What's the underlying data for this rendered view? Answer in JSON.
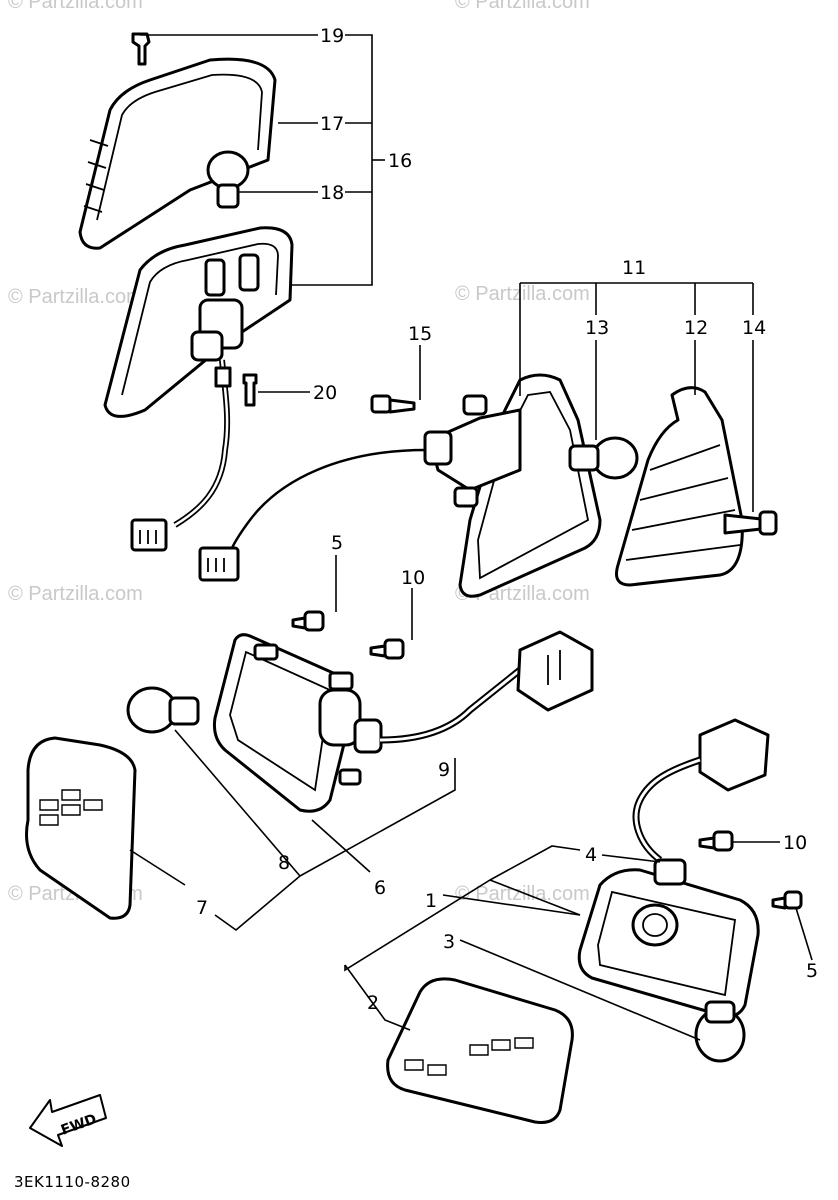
{
  "watermark": "© Partzilla.com",
  "diagram_code": "3EK1110-8280",
  "fwd_label": "FWD",
  "labels": {
    "p1": "1",
    "p2": "2",
    "p3": "3",
    "p4": "4",
    "p5a": "5",
    "p5b": "5",
    "p6": "6",
    "p7": "7",
    "p8": "8",
    "p9": "9",
    "p10a": "10",
    "p10b": "10",
    "p11": "11",
    "p12": "12",
    "p13": "13",
    "p14": "14",
    "p15": "15",
    "p16": "16",
    "p17": "17",
    "p18": "18",
    "p19": "19",
    "p20": "20"
  }
}
